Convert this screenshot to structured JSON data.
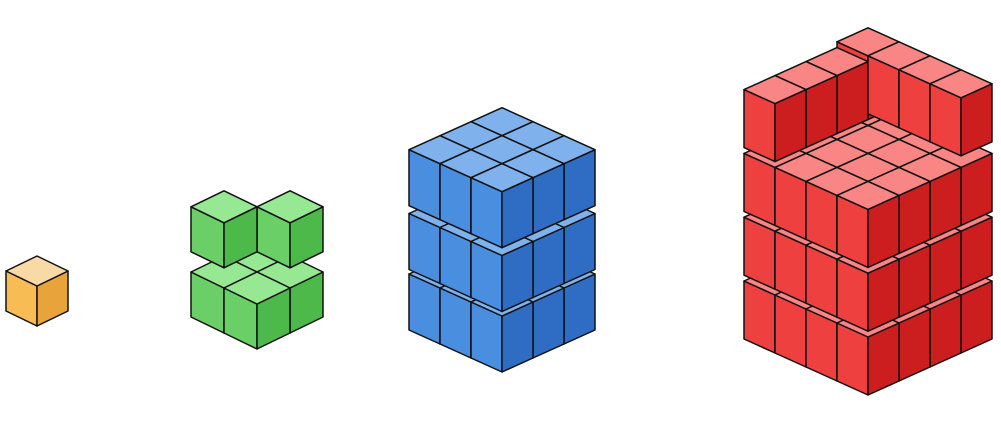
{
  "figures": [
    {
      "name": "single-cube",
      "color": {
        "top": "#F9D9A6",
        "left": "#F8BC55",
        "right": "#E8A43A"
      }
    },
    {
      "name": "green-stack",
      "color": {
        "top": "#97E893",
        "left": "#6ACF66",
        "right": "#4DB94A"
      }
    },
    {
      "name": "blue-stack",
      "color": {
        "top": "#7FB1EC",
        "left": "#4A8EE0",
        "right": "#2F6DC4"
      }
    },
    {
      "name": "red-stack",
      "color": {
        "top": "#F98585",
        "left": "#EF4040",
        "right": "#CC1E1E"
      }
    }
  ]
}
